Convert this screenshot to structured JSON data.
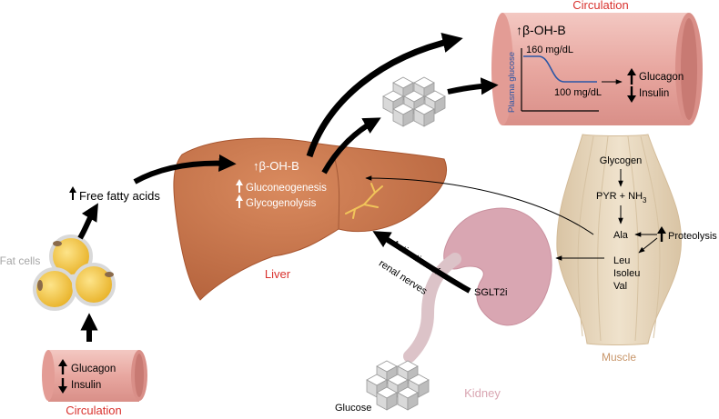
{
  "circulation_top": {
    "title": "Circulation",
    "bohb": "↑β-OH-B",
    "plot_ylabel": "Plasma glucose",
    "high_value": "160 mg/dL",
    "low_value": "100 mg/dL",
    "glucagon": "Glucagon",
    "insulin": "Insulin"
  },
  "circulation_bottom": {
    "title": "Circulation",
    "glucagon": "Glucagon",
    "insulin": "Insulin"
  },
  "liver": {
    "label": "Liver",
    "bohb": "↑β-OH-B",
    "gluconeogenesis": "Gluconeogenesis",
    "glycogenolysis": "Glycogenolysis"
  },
  "fat": {
    "cells_label": "Fat cells",
    "ffa": "Free fatty acids"
  },
  "muscle": {
    "label": "Muscle",
    "glycogen": "Glycogen",
    "pyr": "PYR + NH",
    "pyr_sub": "3",
    "ala": "Ala",
    "proteolysis": "Proteolysis",
    "leu": "Leu",
    "isoleu": "Isoleu",
    "val": "Val"
  },
  "kidney": {
    "label": "Kidney",
    "sglt2i": "SGLT2i",
    "activation_line1": "Activation of",
    "activation_line2": "renal nerves"
  },
  "glucose_label": "Glucose",
  "colors": {
    "vessel": "#e8a7a0",
    "liver": "#c7744a",
    "muscle": "#e8d8bf",
    "kidney": "#d9a6b2",
    "fat_yellow": "#f6c83a",
    "label_red": "#d9322e",
    "label_gray": "#a6a6a6",
    "label_tan": "#c8966a",
    "plot_blue": "#2a56a6"
  }
}
